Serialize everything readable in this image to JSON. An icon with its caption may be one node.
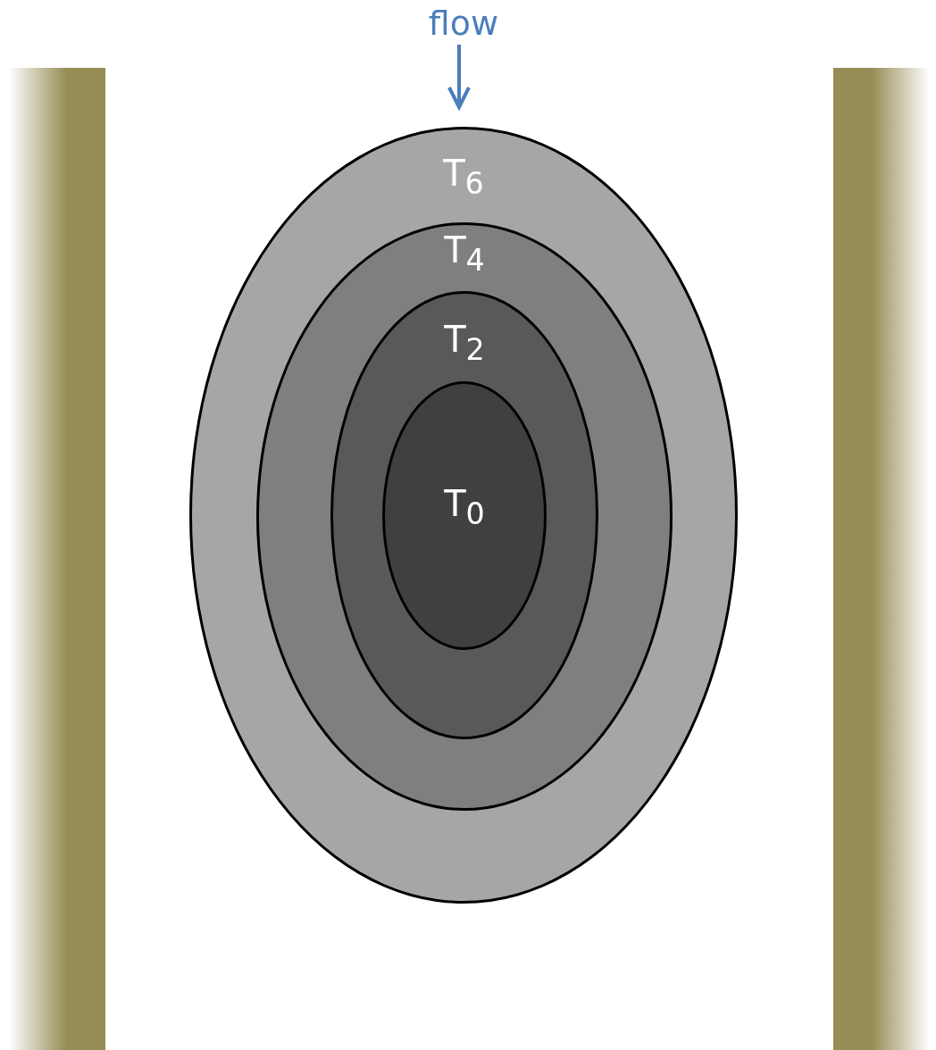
{
  "diagram": {
    "nodes": [
      {
        "text": [
          "T$_{6}$"
        ]
      },
      {
        "text": [
          "T$_{4}$"
        ],
        "in": 0
      },
      {
        "text": [
          "T$_{2}$"
        ],
        "in": 1
      },
      {
        "text": [
          "T$_{0}$"
        ],
        "in": 2
      },
      {
        "text": [],
        "shape": "bar"
      },
      {
        "text": [],
        "shape": "bar"
      }
    ],
    "labels": [
      "flow"
    ]
  }
}
